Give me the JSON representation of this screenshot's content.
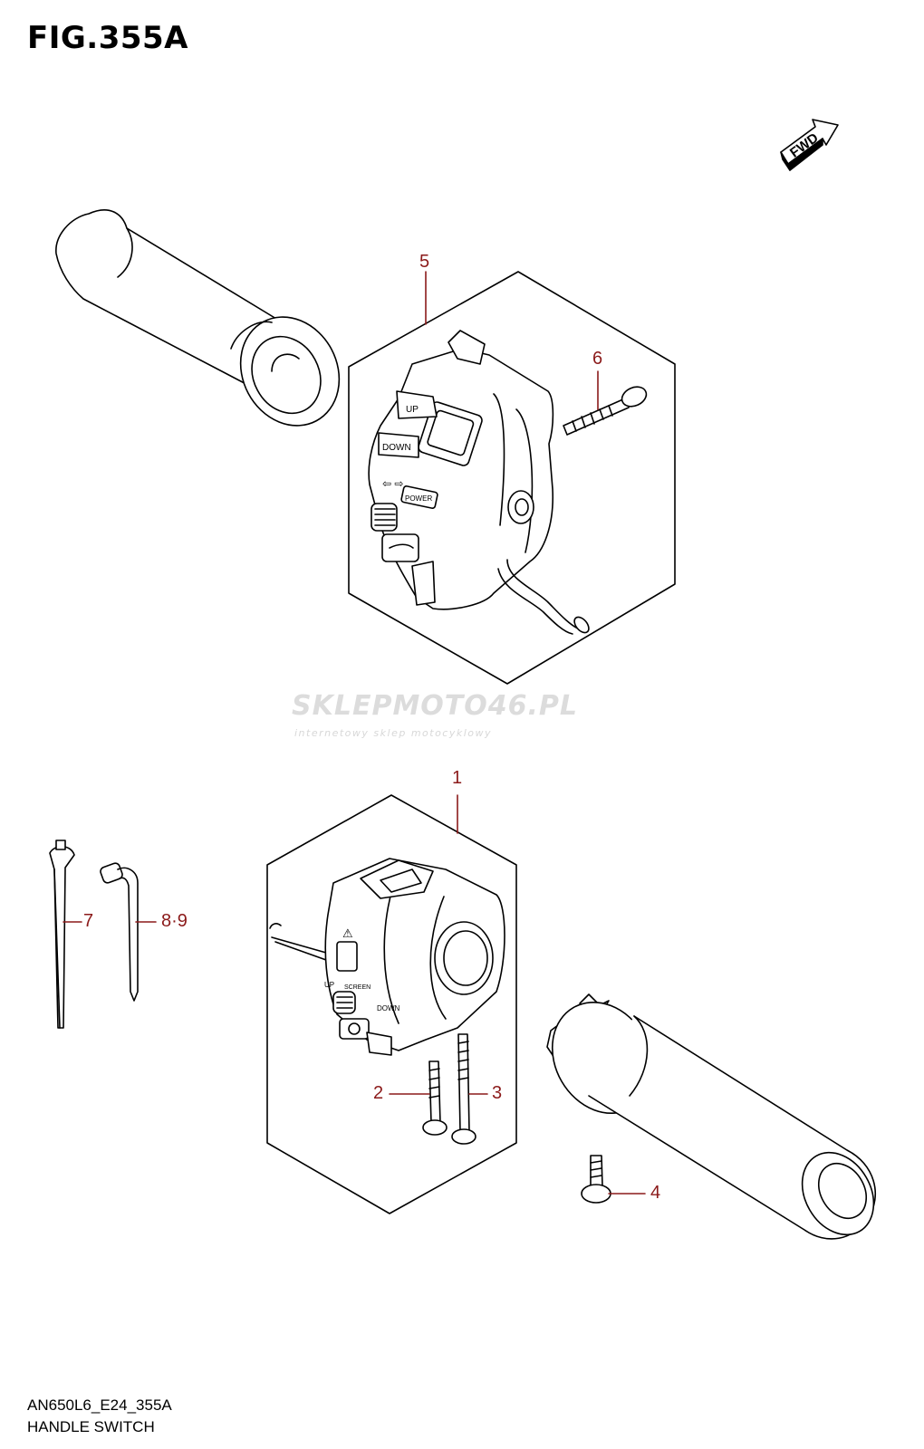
{
  "figure": {
    "title": "FIG.355A",
    "code": "AN650L6_E24_355A",
    "name": "HANDLE SWITCH"
  },
  "fwd_label": "FWD",
  "watermark": {
    "main": "SKLEPMOTO46.PL",
    "sub": "internetowy sklep motocyklowy"
  },
  "switch_labels": {
    "up": "UP",
    "down": "DOWN",
    "power": "POWER",
    "screen": "SCREEN",
    "left_up": "UP",
    "left_down": "DOWN"
  },
  "callouts": {
    "p1": "1",
    "p2": "2",
    "p3": "3",
    "p4": "4",
    "p5": "5",
    "p6": "6",
    "p7": "7",
    "p89": "8·9"
  },
  "colors": {
    "callout": "#8b1a1a",
    "line": "#000000"
  }
}
